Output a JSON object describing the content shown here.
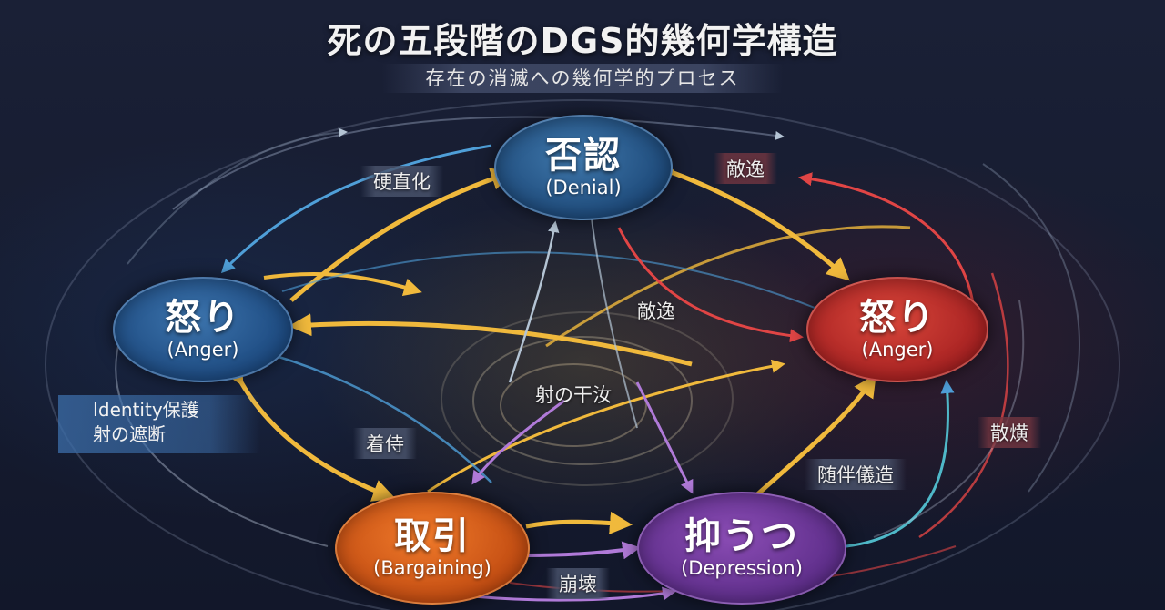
{
  "title": "死の五段階のDGS的幾何学構造",
  "subtitle": "存在の消滅への幾何学的プロセス",
  "nodes": {
    "denial": {
      "main": "否認",
      "sub": "(Denial)",
      "color": "#2a5e94"
    },
    "anger_left": {
      "main": "怒り",
      "sub": "(Anger)",
      "color": "#2a5e98"
    },
    "anger_right": {
      "main": "怒り",
      "sub": "(Anger)",
      "color": "#c0302a"
    },
    "bargaining": {
      "main": "取引",
      "sub": "(Bargaining)",
      "color": "#d85a1a"
    },
    "depression": {
      "main": "抑うつ",
      "sub": "(Depression)",
      "color": "#6e3a9e"
    }
  },
  "labels": {
    "rigidify": "硬直化",
    "escape_top": "敵逸",
    "escape_center": "敵逸",
    "center": "射の干汝",
    "identity_line1": "Identity保護",
    "identity_line2": "射の遮断",
    "attach": "着侍",
    "accompany": "随伴儀造",
    "dissipate": "散熿",
    "collapse": "崩壊"
  },
  "colors": {
    "blue_arrow": "#4f9fd8",
    "yellow_arrow": "#f0b93c",
    "red_arrow": "#e04545",
    "purple_arrow": "#b07ad8",
    "pale_arrow": "#b4c4d4"
  }
}
